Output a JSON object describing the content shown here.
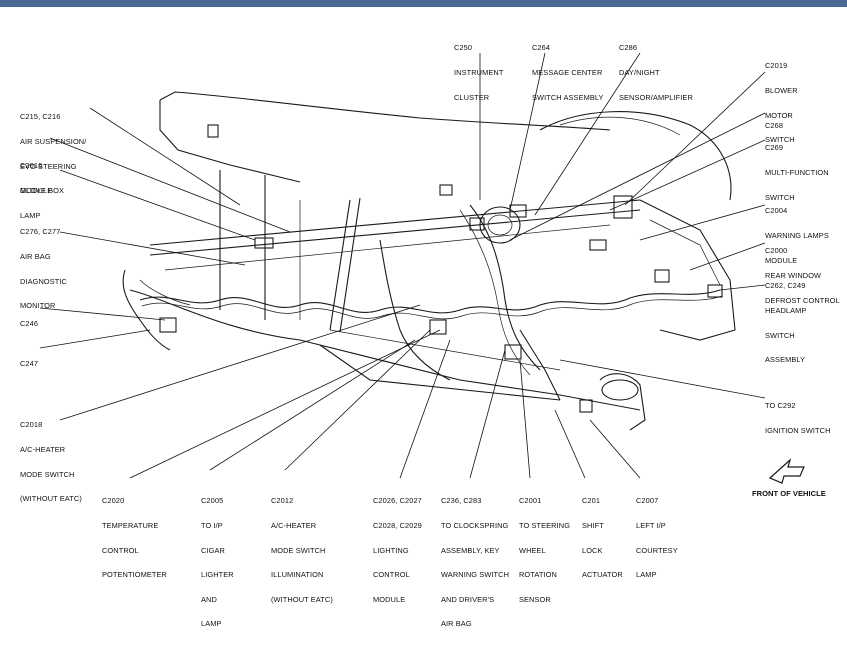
{
  "diagram": {
    "labels": {
      "c250": [
        "C250",
        "INSTRUMENT",
        "CLUSTER"
      ],
      "c264": [
        "C264",
        "MESSAGE CENTER",
        "SWITCH ASSEMBLY"
      ],
      "c286": [
        "C286",
        "DAY/NIGHT",
        "SENSOR/AMPLIFIER"
      ],
      "c2019": [
        "C2019",
        "BLOWER",
        "MOTOR",
        "SWITCH"
      ],
      "c215": [
        "C215, C216",
        "AIR SUSPENSION/",
        "EVO STEERING",
        "MODULE"
      ],
      "c268": [
        "C268"
      ],
      "c269": [
        "C269",
        "MULTI-FUNCTION",
        "SWITCH"
      ],
      "c2016": [
        "C2016",
        "GLOVE BOX",
        "LAMP"
      ],
      "c2004": [
        "C2004",
        "WARNING LAMPS",
        "MODULE"
      ],
      "c276": [
        "C276, C277",
        "AIR BAG",
        "DIAGNOSTIC",
        "MONITOR"
      ],
      "c2000": [
        "C2000",
        "REAR WINDOW",
        "DEFROST CONTROL"
      ],
      "c262": [
        "C262, C249",
        "HEADLAMP",
        "SWITCH",
        "ASSEMBLY"
      ],
      "c246": [
        "C246"
      ],
      "c247": [
        "C247"
      ],
      "c292": [
        "TO C292",
        "IGNITION SWITCH"
      ],
      "c2018": [
        "C2018",
        "A/C-HEATER",
        "MODE SWITCH",
        "(WITHOUT EATC)"
      ],
      "c2020": [
        "C2020",
        "TEMPERATURE",
        "CONTROL",
        "POTENTIOMETER"
      ],
      "c2005": [
        "C2005",
        "TO I/P",
        "CIGAR",
        "LIGHTER",
        "AND",
        "LAMP"
      ],
      "c2012": [
        "C2012",
        "A/C-HEATER",
        "MODE SWITCH",
        "ILLUMINATION",
        "(WITHOUT EATC)"
      ],
      "c2026": [
        "C2026, C2027",
        "C2028, C2029",
        "LIGHTING",
        "CONTROL",
        "MODULE"
      ],
      "c236": [
        "C236, C283",
        "TO CLOCKSPRING",
        "ASSEMBLY, KEY",
        "WARNING SWITCH",
        "AND DRIVER'S",
        "AIR BAG"
      ],
      "c2001": [
        "C2001",
        "TO STEERING",
        "WHEEL",
        "ROTATION",
        "SENSOR"
      ],
      "c201": [
        "C201",
        "SHIFT",
        "LOCK",
        "ACTUATOR"
      ],
      "c2007": [
        "C2007",
        "LEFT I/P",
        "COURTESY",
        "LAMP"
      ]
    },
    "front_of_vehicle": "FRONT OF VEHICLE",
    "icons": {
      "direction": "front-of-vehicle-arrow-icon"
    },
    "colors": {
      "header_bar": "#4a6a93",
      "line": "#1a1a1a"
    }
  }
}
